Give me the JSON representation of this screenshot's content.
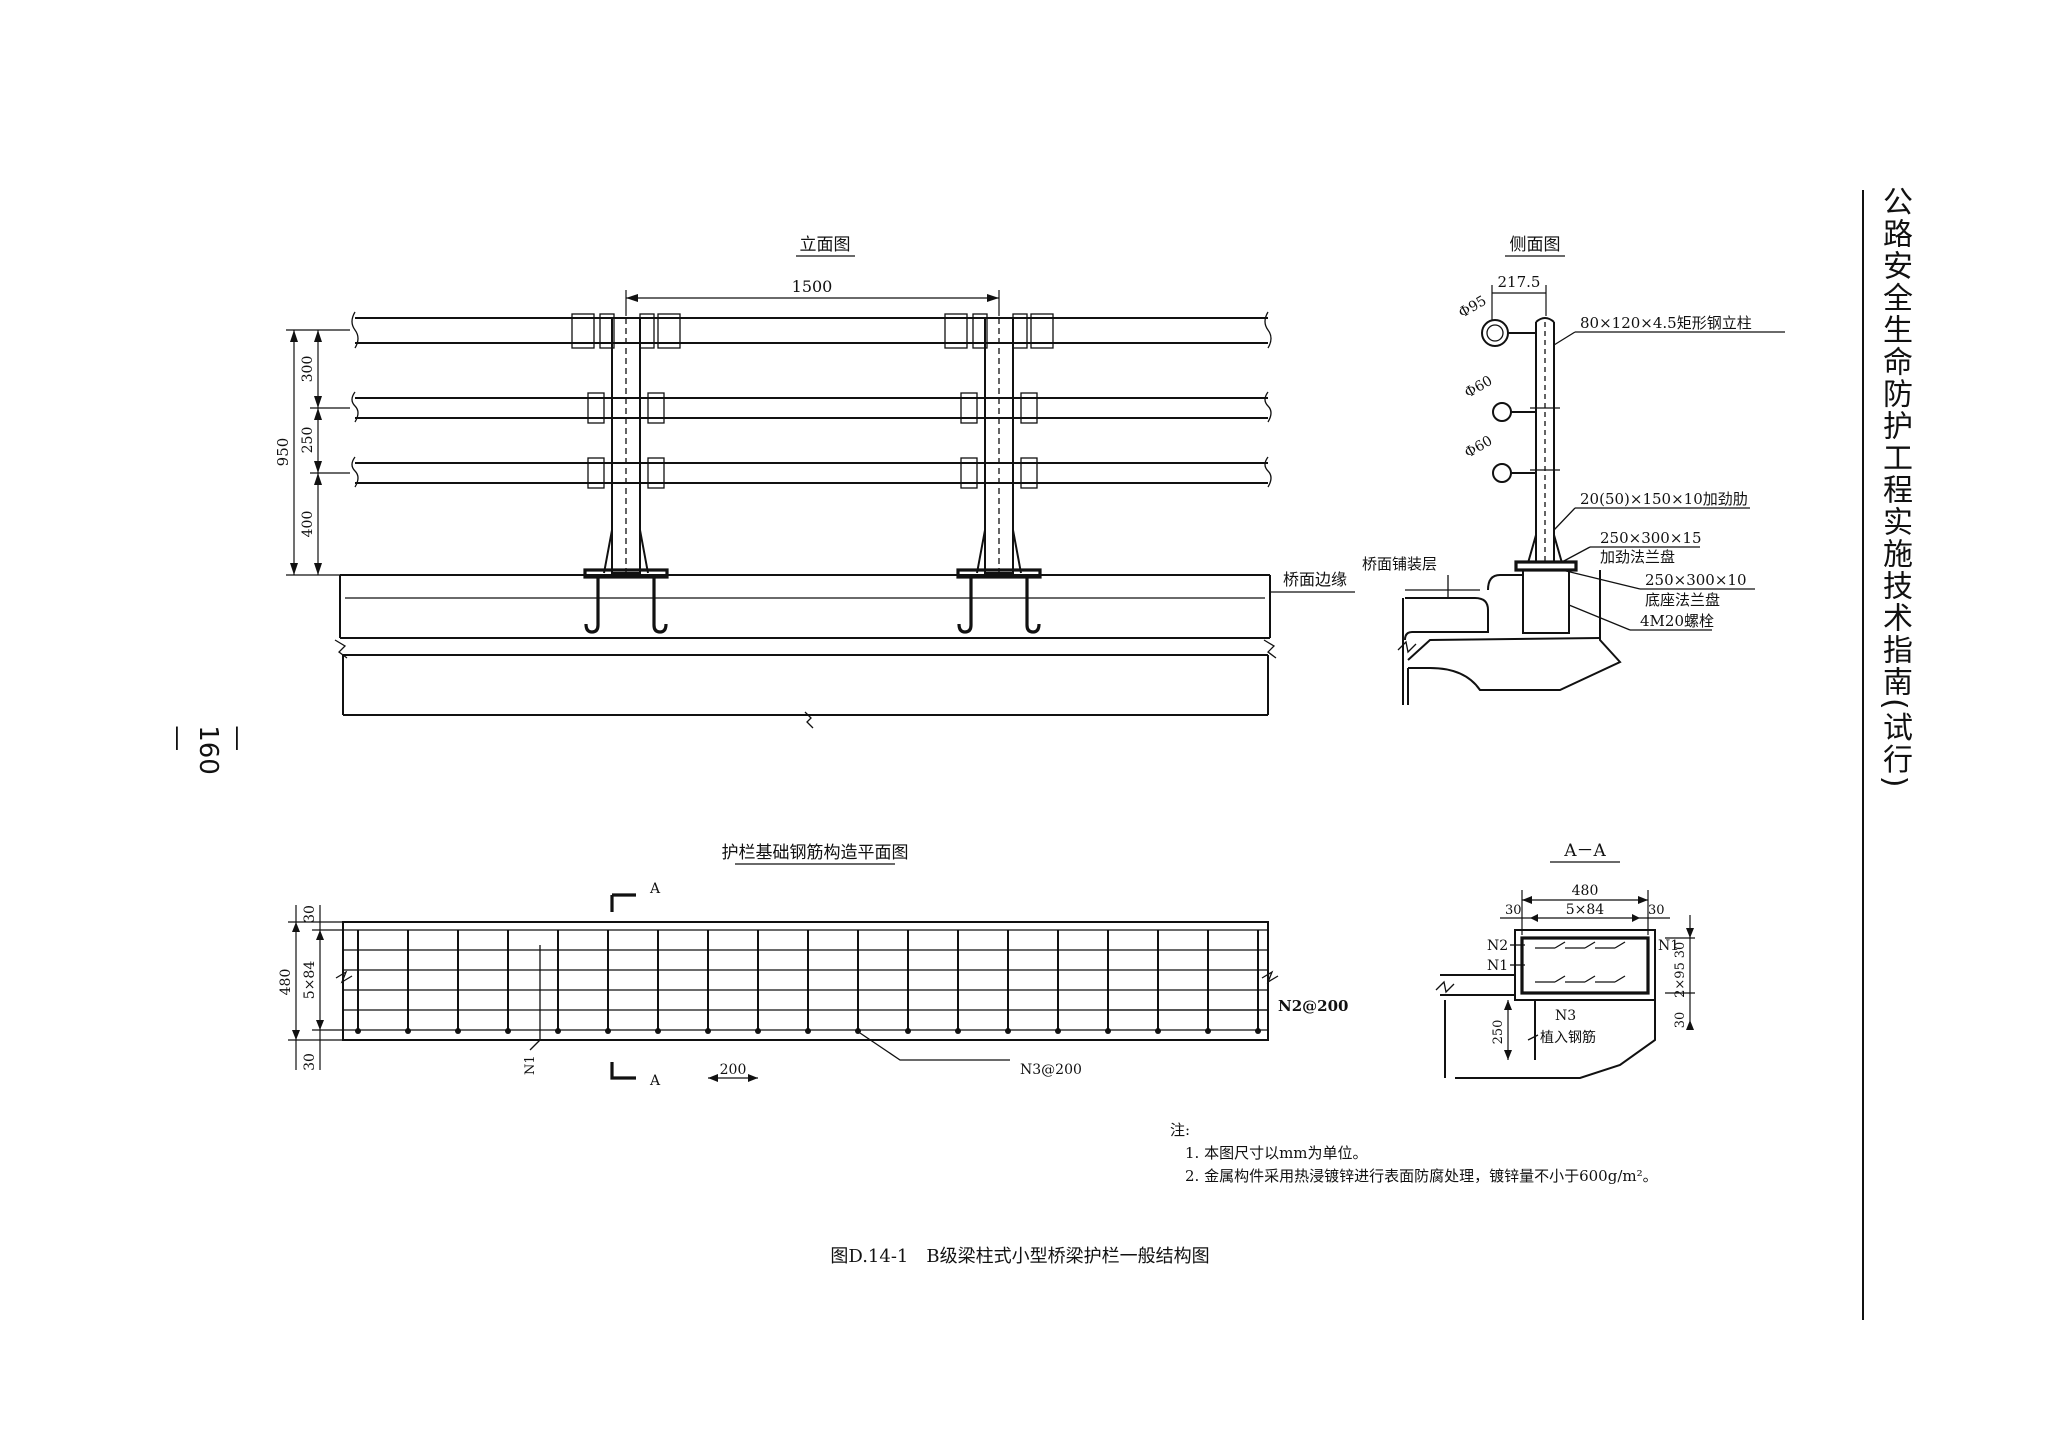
{
  "side_title": "公路安全生命防护工程实施技术指南(试行)",
  "page_number": "— 160 —",
  "elevation": {
    "title": "立面图",
    "dim_span": "1500",
    "dim_total": "950",
    "dim_top": "300",
    "dim_mid": "250",
    "dim_bottom": "400",
    "deck_label": "桥面边缘"
  },
  "side_view": {
    "title": "侧面图",
    "dim_width": "217.5",
    "phi_top": "Φ95",
    "phi_mid": "Φ60",
    "phi_low": "Φ60",
    "post_label": "80×120×4.5矩形钢立柱",
    "stiffener_label": "20(50)×150×10加劲肋",
    "flange1_size": "250×300×15",
    "flange1_name": "加劲法兰盘",
    "flange2_size": "250×300×10",
    "flange2_name": "底座法兰盘",
    "bolt_label": "4M20螺栓",
    "paving_label": "桥面铺装层"
  },
  "plan": {
    "title": "护栏基础钢筋构造平面图",
    "dim_480": "480",
    "dim_5x84": "5×84",
    "dim_30_top": "30",
    "dim_30_bot": "30",
    "section_mark": "A",
    "n1": "N1",
    "n2": "N2@200",
    "n3": "N3@200",
    "spacing": "200"
  },
  "section": {
    "title": "A－A",
    "dim_480": "480",
    "dim_5x84": "5×84",
    "dim_30_l": "30",
    "dim_30_r": "30",
    "dim_2x95": "2×95",
    "dim_30_v": "30",
    "dim_250": "250",
    "n1": "N1",
    "n2": "N2",
    "n1_left": "N1",
    "n3": "N3",
    "embed_label": "植入钢筋"
  },
  "notes": {
    "heading": "注:",
    "line1": "1. 本图尺寸以mm为单位。",
    "line2": "2. 金属构件采用热浸镀锌进行表面防腐处理，镀锌量不小于600g/m²。"
  },
  "caption": "图D.14-1　B级梁柱式小型桥梁护栏一般结构图"
}
